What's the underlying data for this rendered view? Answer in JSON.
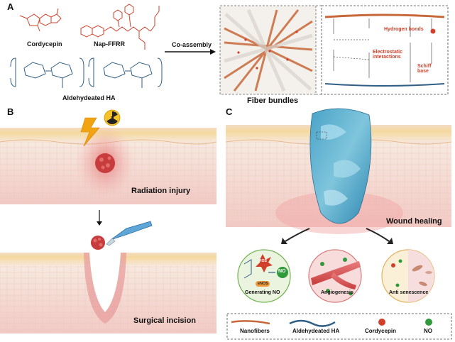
{
  "panels": {
    "a": "A",
    "b": "B",
    "c": "C"
  },
  "panel_a": {
    "compounds": [
      "Cordycepin",
      "Nap-FFRR",
      "Aldehydeated HA"
    ],
    "arrow_label": "Co-assembly",
    "product_label": "Fiber bundles",
    "interactions": [
      "Hydrogen bonds",
      "Electrostatic interactions",
      "Schiff base"
    ]
  },
  "panel_b": {
    "top_label": "Radiation injury",
    "bottom_label": "Surgical incision"
  },
  "panel_c": {
    "main_label": "Wound healing",
    "effects": [
      "Generating NO",
      "Angiogenesis",
      "Anti senescence"
    ],
    "effect_tags": [
      "ROS",
      "NO",
      "eNOS"
    ]
  },
  "legend": [
    "Nanofibers",
    "Aldehydeated HA",
    "Cordycepin",
    "NO"
  ],
  "colors": {
    "accent_red": "#d0402a",
    "nanofiber": "#c7683a",
    "ha_blue": "#2f5e86",
    "no_green": "#2f9a3a"
  }
}
